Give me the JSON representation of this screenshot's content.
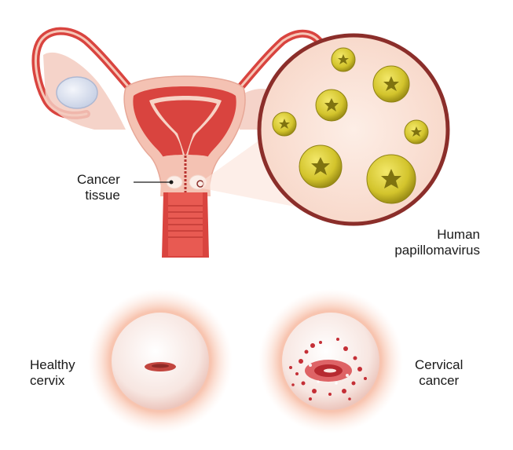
{
  "labels": {
    "cancer_tissue": {
      "line1": "Cancer",
      "line2": "tissue"
    },
    "hpv": {
      "line1": "Human",
      "line2": "papillomavirus"
    },
    "healthy": {
      "line1": "Healthy",
      "line2": "cervix"
    },
    "cervical_cancer": {
      "line1": "Cervical",
      "line2": "cancer"
    }
  },
  "colors": {
    "muscle": "#d9443f",
    "muscle_dark": "#b8322f",
    "tissue_pink": "#f6c7b8",
    "glow": "#f3a07f",
    "virus": "#d9c932",
    "virus_dark": "#7f7310",
    "magnifier_rim": "#8b2e2a",
    "magnifier_fill": "#fbe3d8"
  }
}
